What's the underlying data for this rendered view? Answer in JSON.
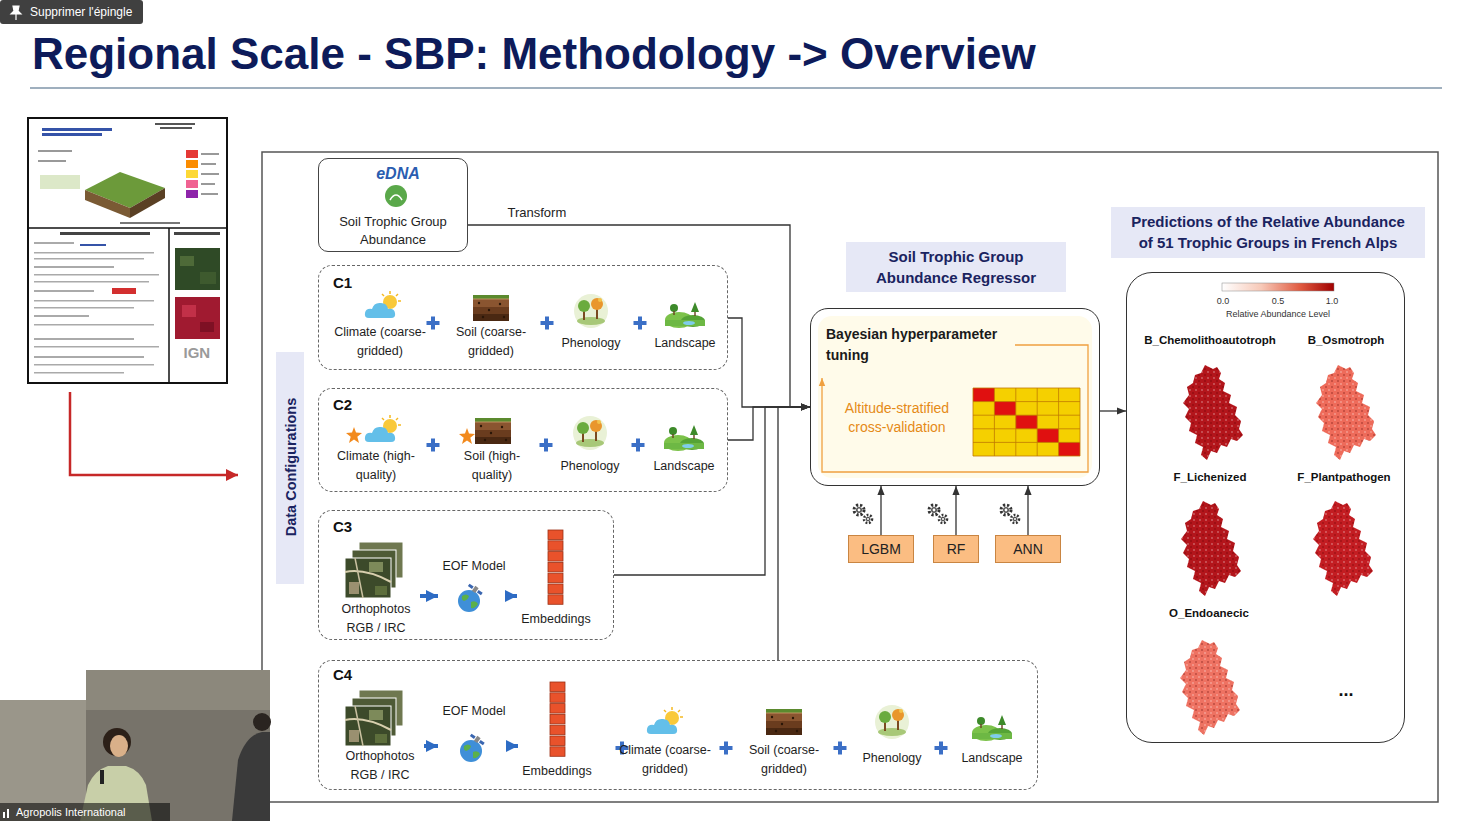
{
  "diagram": {
    "title": "Regional Scale - SBP: Methodology -> Overview",
    "nodes": [
      {
        "text": [
          "eDNA",
          "Soil Trophic Group Abundance"
        ]
      },
      {
        "text": [
          "Data Configurations"
        ]
      },
      {
        "text": [
          "C1"
        ]
      },
      {
        "text": [
          "Climate (coarse-gridded)"
        ],
        "in": 2
      },
      {
        "text": [
          "Soil (coarse-gridded)"
        ],
        "in": 2
      },
      {
        "text": [
          "Phenology"
        ],
        "in": 2
      },
      {
        "text": [
          "Landscape"
        ],
        "in": 2
      },
      {
        "text": [
          "C2"
        ]
      },
      {
        "text": [
          "Climate (high-quality)"
        ],
        "in": 7
      },
      {
        "text": [
          "Soil (high-quality)"
        ],
        "in": 7
      },
      {
        "text": [
          "Phenology"
        ],
        "in": 7
      },
      {
        "text": [
          "Landscape"
        ],
        "in": 7
      },
      {
        "text": [
          "C3"
        ]
      },
      {
        "text": [
          "Orthophotos RGB / IRC"
        ],
        "in": 12
      },
      {
        "text": [
          "EOF Model"
        ],
        "in": 12
      },
      {
        "text": [
          "Embeddings"
        ],
        "in": 12
      },
      {
        "text": [
          "C4"
        ]
      },
      {
        "text": [
          "Orthophotos RGB / IRC"
        ],
        "in": 16
      },
      {
        "text": [
          "EOF Model"
        ],
        "in": 16
      },
      {
        "text": [
          "Embeddings"
        ],
        "in": 16
      },
      {
        "text": [
          "Climate (coarse-gridded)"
        ],
        "in": 16
      },
      {
        "text": [
          "Soil (coarse-gridded)"
        ],
        "in": 16
      },
      {
        "text": [
          "Phenology"
        ],
        "in": 16
      },
      {
        "text": [
          "Landscape"
        ],
        "in": 16
      },
      {
        "text": [
          "Soil Trophic Group Abundance Regressor"
        ]
      },
      {
        "text": [
          "Bayesian hyperparameter tuning",
          "Altitude-stratified cross-validation"
        ]
      },
      {
        "text": [
          "LGBM"
        ]
      },
      {
        "text": [
          "RF"
        ]
      },
      {
        "text": [
          "ANN"
        ]
      },
      {
        "text": [
          "Predictions of the Relative Abundance of 51 Trophic Groups in French Alps"
        ]
      },
      {
        "text": [
          "0.0",
          "0.5",
          "1.0",
          "Relative Abundance Level",
          "B_Chemolithoautotroph",
          "B_Osmotroph",
          "F_Lichenized",
          "F_Plantpathogen",
          "O_Endoanecic",
          "..."
        ]
      }
    ],
    "edges": [
      {
        "from": 0,
        "to": 25,
        "arrow": "to",
        "label": "Transform"
      },
      {
        "from": 2,
        "to": 25,
        "arrow": "to"
      },
      {
        "from": 7,
        "to": 25,
        "arrow": "to"
      },
      {
        "from": 12,
        "to": 25,
        "arrow": "to"
      },
      {
        "from": 16,
        "to": 25,
        "arrow": "to"
      },
      {
        "from": 26,
        "to": 25,
        "arrow": "to"
      },
      {
        "from": 27,
        "to": 25,
        "arrow": "to"
      },
      {
        "from": 28,
        "to": 25,
        "arrow": "to"
      },
      {
        "from": 25,
        "to": 30,
        "arrow": "to"
      },
      {
        "from": 13,
        "to": 14,
        "arrow": "to"
      },
      {
        "from": 14,
        "to": 15,
        "arrow": "to"
      },
      {
        "from": 17,
        "to": 18,
        "arrow": "to"
      },
      {
        "from": 18,
        "to": 19,
        "arrow": "to"
      }
    ],
    "labels": [
      "Supprimer l'épingle",
      "IGN",
      "Agropolis International"
    ]
  }
}
